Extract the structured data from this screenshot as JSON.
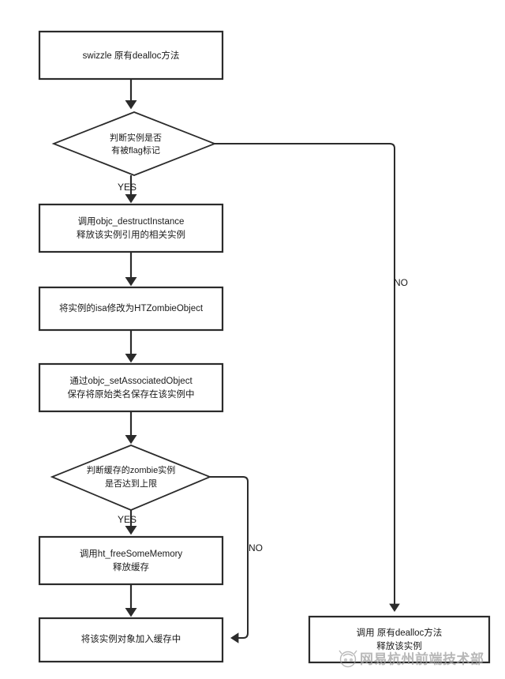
{
  "diagram": {
    "title": "HTZombieObject dealloc swizzle flowchart",
    "nodes": {
      "start_swizzle": {
        "type": "process",
        "lines": [
          "swizzle 原有dealloc方法"
        ]
      },
      "decision_flag": {
        "type": "decision",
        "lines": [
          "判断实例是否",
          "有被flag标记"
        ]
      },
      "destruct_instance": {
        "type": "process",
        "lines": [
          "调用objc_destructInstance",
          "释放该实例引用的相关实例"
        ]
      },
      "modify_isa": {
        "type": "process",
        "lines": [
          "将实例的isa修改为HTZombieObject"
        ]
      },
      "set_associated_object": {
        "type": "process",
        "lines": [
          "通过objc_setAssociatedObject",
          "保存将原始类名保存在该实例中"
        ]
      },
      "decision_cache_limit": {
        "type": "decision",
        "lines": [
          "判断缓存的zombie实例",
          "是否达到上限"
        ]
      },
      "free_some_memory": {
        "type": "process",
        "lines": [
          "调用ht_freeSomeMemory",
          "释放缓存"
        ]
      },
      "add_to_cache": {
        "type": "process",
        "lines": [
          "将该实例对象加入缓存中"
        ]
      },
      "call_original_dealloc": {
        "type": "process",
        "lines": [
          "调用 原有dealloc方法",
          "释放该实例"
        ]
      }
    },
    "edge_labels": {
      "flag_yes": "YES",
      "flag_no": "NO",
      "cache_yes": "YES",
      "cache_no": "NO"
    },
    "watermark": {
      "text": "网易杭州前端技术部",
      "logo": "netease-logo-icon"
    },
    "colors": {
      "stroke": "#2b2b2b",
      "fill": "#ffffff",
      "text": "#1a1a1a",
      "watermark": "#9c9c9c",
      "background": "#ffffff"
    }
  }
}
